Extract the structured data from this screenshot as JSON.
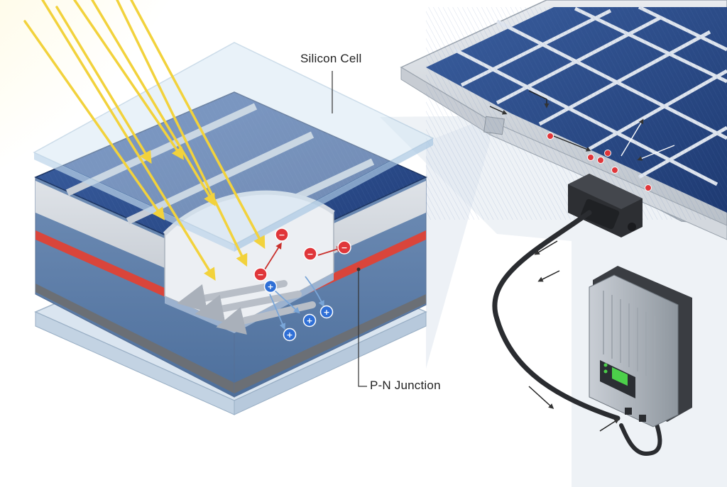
{
  "labels": {
    "silicon_cell": "Silicon Cell",
    "pn_junction": "P-N Junction"
  },
  "charges": {
    "electron_symbol": "−",
    "hole_symbol": "+"
  },
  "colors": {
    "sunlight": "#f2d23c",
    "cell_blue": "#2b4c8a",
    "junction_red": "#d9453b",
    "electron": "#e0363a",
    "hole": "#2f6fd6",
    "inverter_display": "#4ccf4a"
  },
  "icons": [
    "sun-ray-arrow",
    "electron-charge",
    "hole-charge",
    "junction-box",
    "inverter"
  ]
}
